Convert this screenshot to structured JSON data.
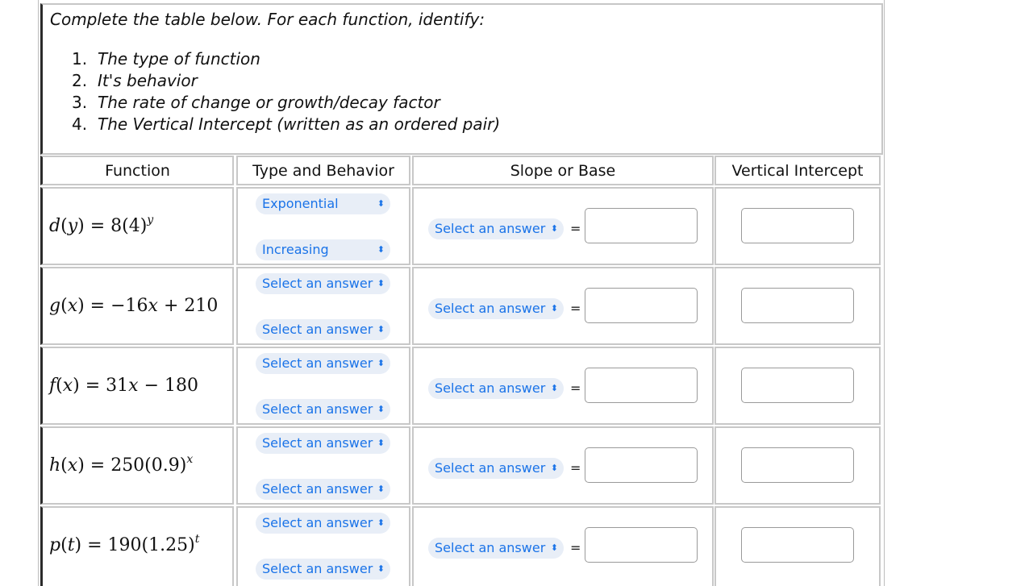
{
  "instructions": {
    "prompt": "Complete the table below. For each function, identify:",
    "steps": [
      {
        "num": "1.",
        "text": "The type of function"
      },
      {
        "num": "2.",
        "text": "It's behavior"
      },
      {
        "num": "3.",
        "text": "The rate of change or growth/decay factor"
      },
      {
        "num": "4.",
        "text": "The Vertical Intercept (written as an ordered pair)"
      }
    ]
  },
  "table": {
    "headers": [
      "Function",
      "Type and Behavior",
      "Slope or Base",
      "Vertical Intercept"
    ],
    "rows": [
      {
        "func": "d(y) = 8(4)^y",
        "type": "Exponential",
        "behavior": "Increasing",
        "slope_select": "Select an answer",
        "equals": "=",
        "slope_value": "",
        "intercept_value": ""
      },
      {
        "func": "g(x) = −16x + 210",
        "type": "Select an answer",
        "behavior": "Select an answer",
        "slope_select": "Select an answer",
        "equals": "=",
        "slope_value": "",
        "intercept_value": ""
      },
      {
        "func": "f(x) = 31x − 180",
        "type": "Select an answer",
        "behavior": "Select an answer",
        "slope_select": "Select an answer",
        "equals": "=",
        "slope_value": "",
        "intercept_value": ""
      },
      {
        "func": "h(x) = 250(0.9)^x",
        "type": "Select an answer",
        "behavior": "Select an answer",
        "slope_select": "Select an answer",
        "equals": "=",
        "slope_value": "",
        "intercept_value": ""
      },
      {
        "func": "p(t) = 190(1.25)^t",
        "type": "Select an answer",
        "behavior": "Select an answer",
        "slope_select": "Select an answer",
        "equals": "=",
        "slope_value": "",
        "intercept_value": ""
      }
    ]
  },
  "icons": {
    "select_caret": "up-down-chevron-icon"
  },
  "colors": {
    "select_text": "#1a73e8",
    "select_bg": "#e8eef7",
    "cell_border": "#c8c8c8"
  }
}
